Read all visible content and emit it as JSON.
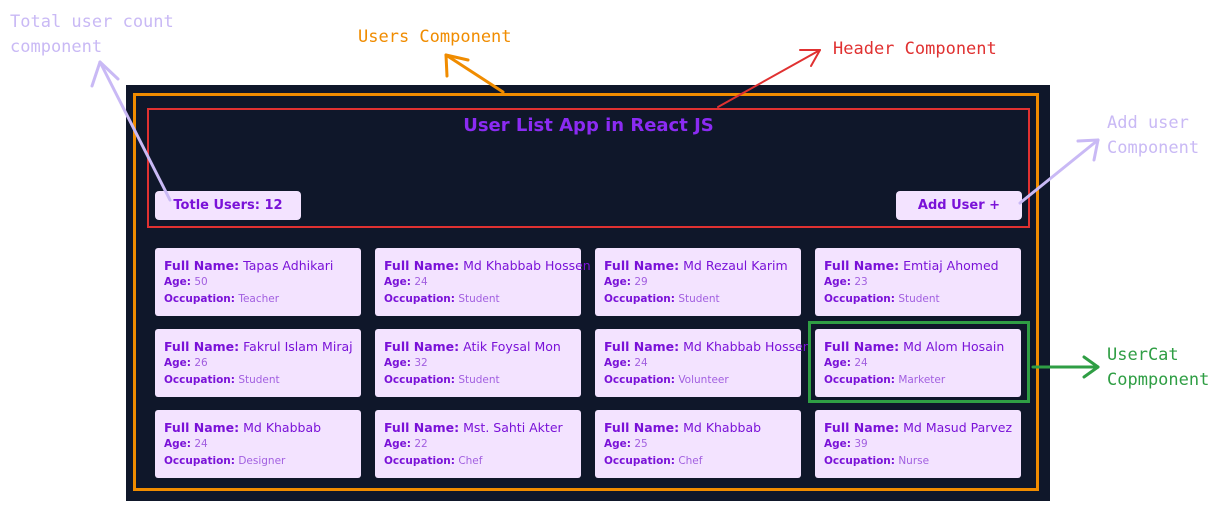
{
  "annotations": {
    "total_user_count": "Total user count component",
    "users_component": "Users Component",
    "header_component": "Header Component",
    "add_user_component": "Add user Component",
    "usercat_component": "UserCat Copmponent"
  },
  "app": {
    "title": "User List App in React JS",
    "total_users_label": "Totle Users: 12",
    "add_user_label": "Add User +"
  },
  "labels": {
    "full_name": "Full Name:",
    "age": "Age:",
    "occupation": "Occupation:"
  },
  "users": [
    {
      "full_name": "Tapas Adhikari",
      "age": "50",
      "occupation": "Teacher"
    },
    {
      "full_name": "Md Khabbab Hossen",
      "age": "24",
      "occupation": "Student"
    },
    {
      "full_name": "Md Rezaul Karim",
      "age": "29",
      "occupation": "Student"
    },
    {
      "full_name": "Emtiaj Ahomed",
      "age": "23",
      "occupation": "Student"
    },
    {
      "full_name": "Fakrul Islam Miraj",
      "age": "26",
      "occupation": "Student"
    },
    {
      "full_name": "Atik Foysal Mon",
      "age": "32",
      "occupation": "Student"
    },
    {
      "full_name": "Md Khabbab Hossen",
      "age": "24",
      "occupation": "Volunteer"
    },
    {
      "full_name": "Md Alom Hosain",
      "age": "24",
      "occupation": "Marketer"
    },
    {
      "full_name": "Md Khabbab",
      "age": "24",
      "occupation": "Designer"
    },
    {
      "full_name": "Mst. Sahti Akter",
      "age": "22",
      "occupation": "Chef"
    },
    {
      "full_name": "Md Khabbab",
      "age": "25",
      "occupation": "Chef"
    },
    {
      "full_name": "Md Masud Parvez",
      "age": "39",
      "occupation": "Nurse"
    }
  ],
  "colors": {
    "background": "#0f172a",
    "card": "#f3e3ff",
    "accent": "#8b2bf3",
    "users_frame": "#f08c00",
    "header_frame": "#e03131",
    "usercat_frame": "#2f9e44",
    "annotation_lilac": "#c9b9f5"
  }
}
